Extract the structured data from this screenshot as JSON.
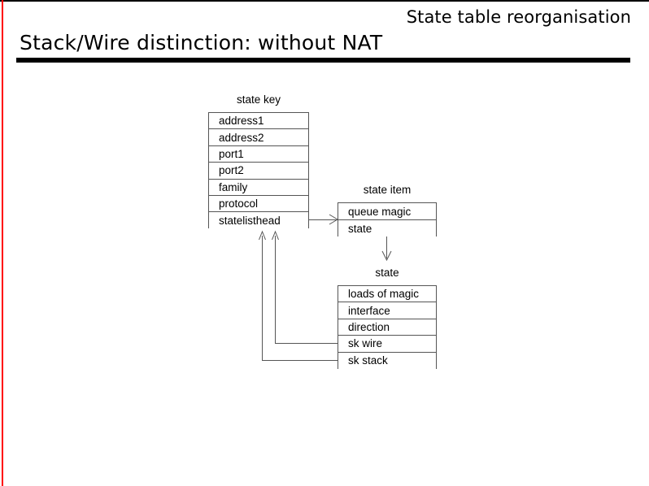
{
  "header": {
    "deck_title": "State table reorganisation",
    "slide_title": "Stack/Wire distinction: without NAT",
    "rule_color": "#000000",
    "left_margin_color": "#ff0000"
  },
  "diagram": {
    "stroke_color": "#555555",
    "boxes": [
      {
        "id": "state-key",
        "label": "state key",
        "rows": [
          "address1",
          "address2",
          "port1",
          "port2",
          "family",
          "protocol",
          "statelisthead"
        ]
      },
      {
        "id": "state-item",
        "label": "state item",
        "rows": [
          "queue magic",
          "state"
        ]
      },
      {
        "id": "state",
        "label": "state",
        "rows": [
          "loads of magic",
          "interface",
          "direction",
          "sk wire",
          "sk stack"
        ]
      }
    ],
    "connectors": [
      {
        "id": "statelisthead-to-state-item",
        "from": "state-key.statelisthead",
        "to": "state-item.queue magic",
        "arrow": "right"
      },
      {
        "id": "state-item-to-state",
        "from": "state-item.state",
        "to": "state.loads of magic",
        "arrow": "down"
      },
      {
        "id": "sk-wire-to-state-key",
        "from": "state.sk wire",
        "to": "state-key.statelisthead",
        "arrow": "up"
      },
      {
        "id": "sk-stack-to-state-key",
        "from": "state.sk stack",
        "to": "state-key.statelisthead",
        "arrow": "up"
      }
    ]
  }
}
